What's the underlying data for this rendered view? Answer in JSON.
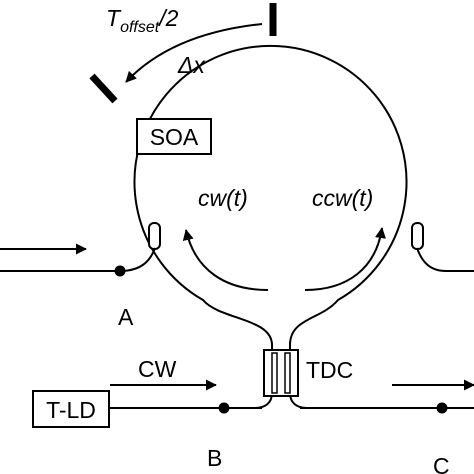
{
  "labels": {
    "offset_main": "T",
    "offset_sub": "offset",
    "offset_tail": "/2",
    "delta": "Δx",
    "soa": "SOA",
    "cw_t": "cw(t)",
    "ccw_t": "ccw(t)",
    "node_a": "A",
    "node_b": "B",
    "node_c": "C",
    "cw": "CW",
    "tdc": "TDC",
    "tld": "T-LD"
  },
  "colors": {
    "line": "#000000",
    "background": "#ffffff"
  }
}
